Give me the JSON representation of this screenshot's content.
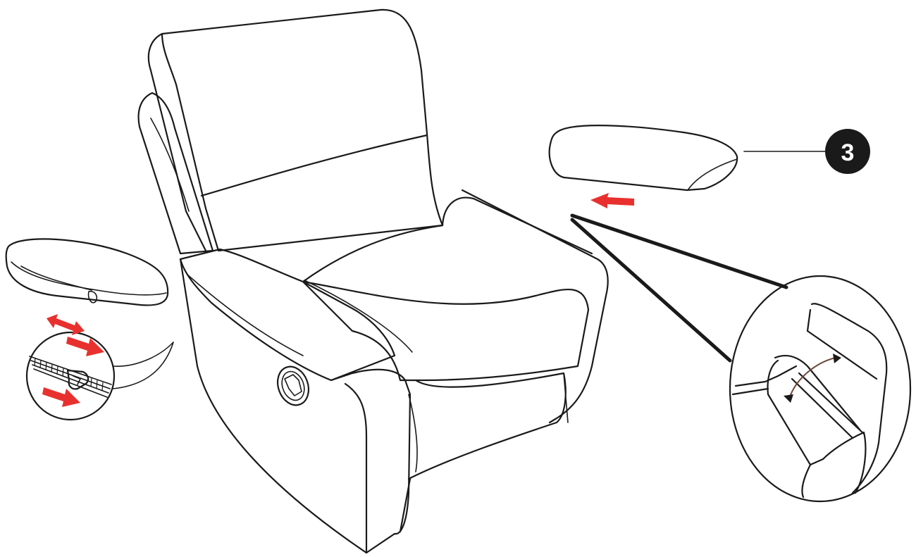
{
  "step_badge": {
    "label": "3"
  },
  "colors": {
    "line": "#1a1a1a",
    "arrow": "#e8312e",
    "badge": "#1a1a1a",
    "detail_arrow": "#6b4a3a"
  },
  "icons": [
    "recliner-chair",
    "armrest-cushion",
    "zipper-detail",
    "armrest-slot-detail",
    "direction-arrow"
  ]
}
